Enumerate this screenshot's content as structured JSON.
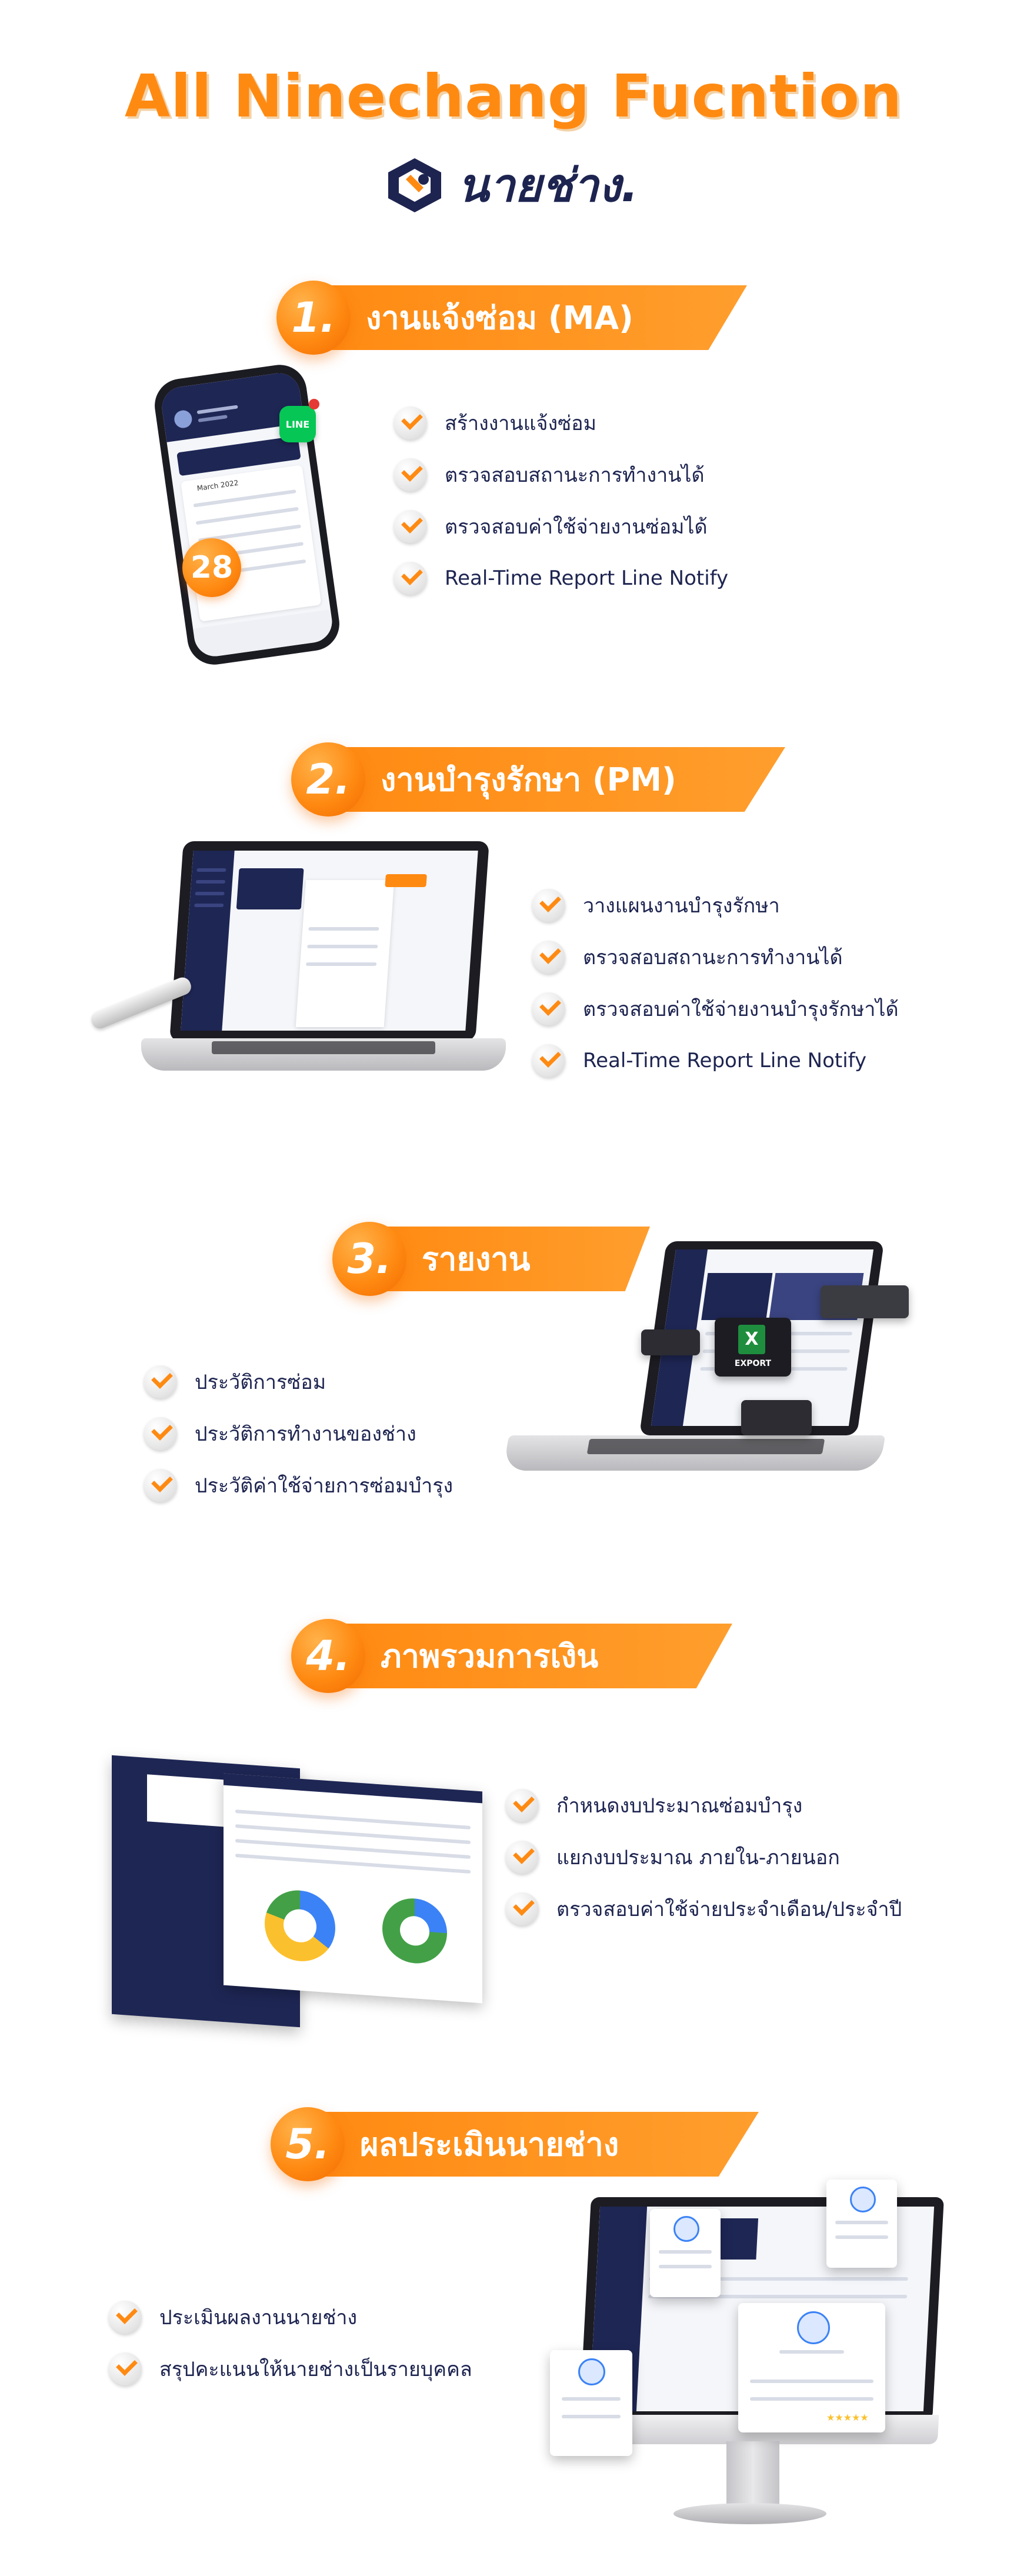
{
  "title": "All Ninechang Fucntion",
  "logo": {
    "text": "นายช่าง.",
    "icon": "wrench-shield-icon",
    "brand_color": "#1d2450"
  },
  "accent_color": "#ff8a12",
  "sections": [
    {
      "number": "1.",
      "title": "งานแจ้งซ่อม (MA)",
      "items": [
        "สร้างงานแจ้งซ่อม",
        "ตรวจสอบสถานะการทำงานได้",
        "ตรวจสอบค่าใช้จ่ายงานซ่อมได้",
        "Real-Time Report Line Notify"
      ],
      "mock": {
        "line_badge": "LINE",
        "date_badge": "28",
        "calendar_month": "March 2022"
      }
    },
    {
      "number": "2.",
      "title": "งานบำรุงรักษา (PM)",
      "items": [
        "วางแผนงานบำรุงรักษา",
        "ตรวจสอบสถานะการทำงานได้",
        "ตรวจสอบค่าใช้จ่ายงานบำรุงรักษาได้",
        "Real-Time Report Line Notify"
      ]
    },
    {
      "number": "3.",
      "title": "รายงาน",
      "items": [
        "ประวัติการซ่อม",
        "ประวัติการทำงานของช่าง",
        "ประวัติค่าใช้จ่ายการซ่อมบำรุง"
      ],
      "mock": {
        "export_label": "EXPORT"
      }
    },
    {
      "number": "4.",
      "title": "ภาพรวมการเงิน",
      "items": [
        "กำหนดงบประมาณซ่อมบำรุง",
        "แยกงบประมาณ ภายใน-ภายนอก",
        "ตรวจสอบค่าใช้จ่ายประจำเดือน/ประจำปี"
      ]
    },
    {
      "number": "5.",
      "title": "ผลประเมินนายช่าง",
      "items": [
        "ประเมินผลงานนายช่าง",
        "สรุปคะแนนให้นายช่างเป็นรายบุคคล"
      ]
    }
  ]
}
